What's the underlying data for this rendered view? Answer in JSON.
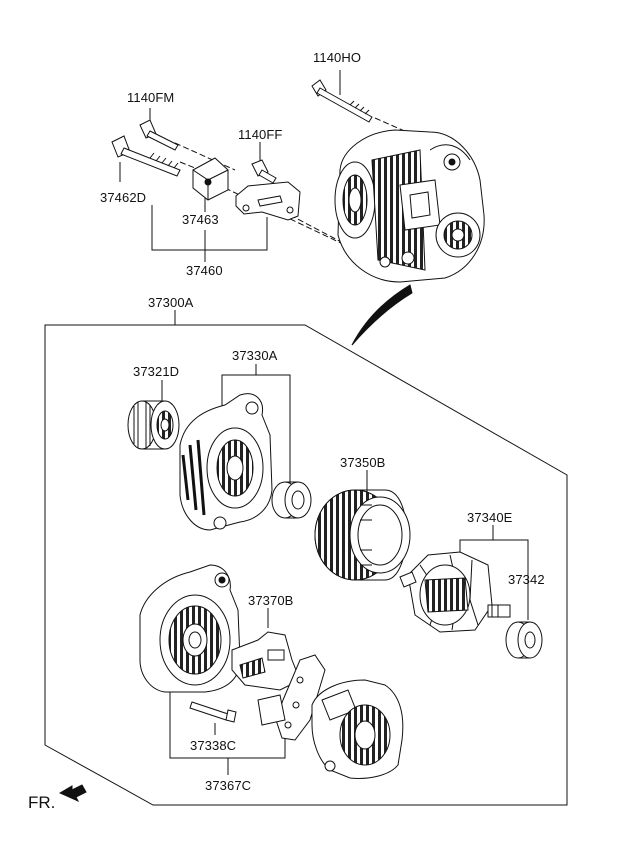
{
  "diagram": {
    "labels": {
      "bolt_upper": "1140HO",
      "bolt_left": "1140FM",
      "bolt_middle": "1140FF",
      "bolt_long": "37462D",
      "bracket_block": "37463",
      "bracket_group": "37460",
      "assembly": "37300A",
      "pulley": "37321D",
      "front_bracket": "37330A",
      "stator": "37350B",
      "rotor": "37340E",
      "bearing_rear": "37342",
      "regulator": "37370B",
      "bolt_rear": "37338C",
      "rear_group": "37367C"
    },
    "orientation": "FR."
  }
}
